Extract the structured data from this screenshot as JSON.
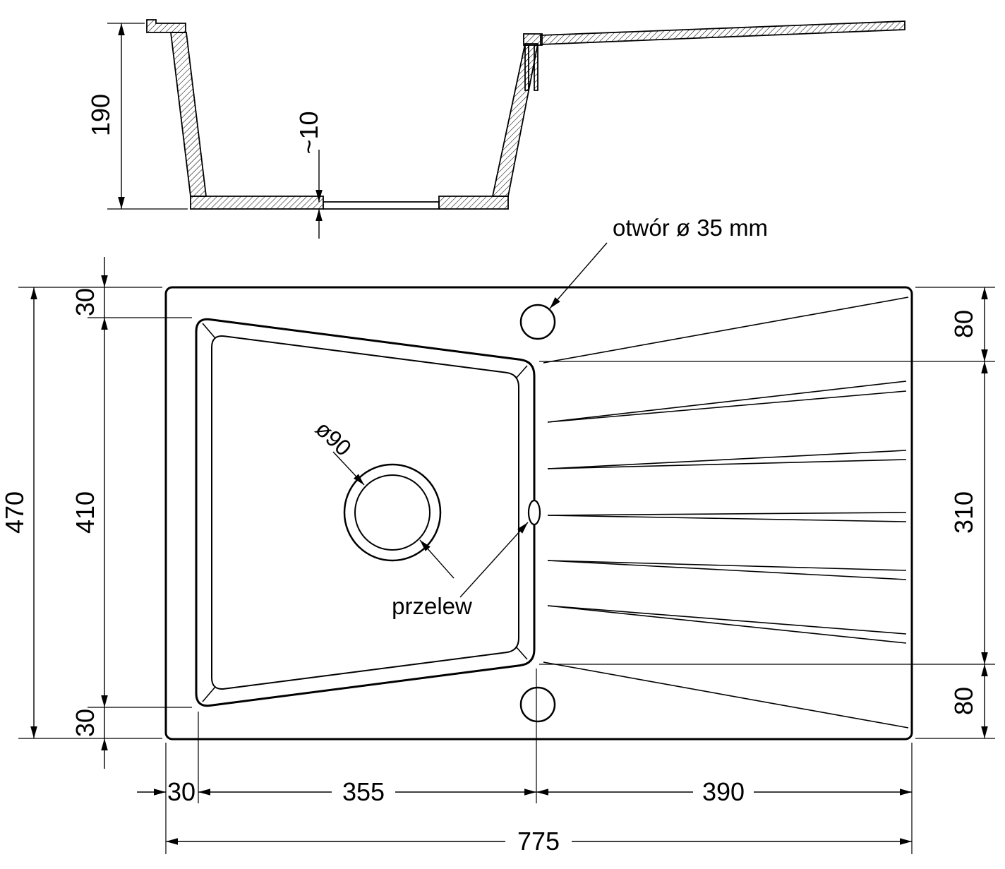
{
  "meta": {
    "drawing_type": "kitchen sink technical dimension drawing",
    "background_color": "#ffffff",
    "ink_color": "#000000"
  },
  "section_view": {
    "depth_label": "190",
    "bottom_thickness_label": "~10"
  },
  "plan_view": {
    "tap_hole_label": "otwór ø 35 mm",
    "drain_label": "ø90",
    "overflow_label": "przelew"
  },
  "dimensions": {
    "overall_height": "470",
    "rim_top": "30",
    "basin_height": "410",
    "rim_bottom": "30",
    "drainer_right_top": "80",
    "drainer_right_middle": "310",
    "drainer_right_bottom": "80",
    "rim_left": "30",
    "basin_width": "355",
    "drainer_width": "390",
    "overall_width": "775"
  }
}
